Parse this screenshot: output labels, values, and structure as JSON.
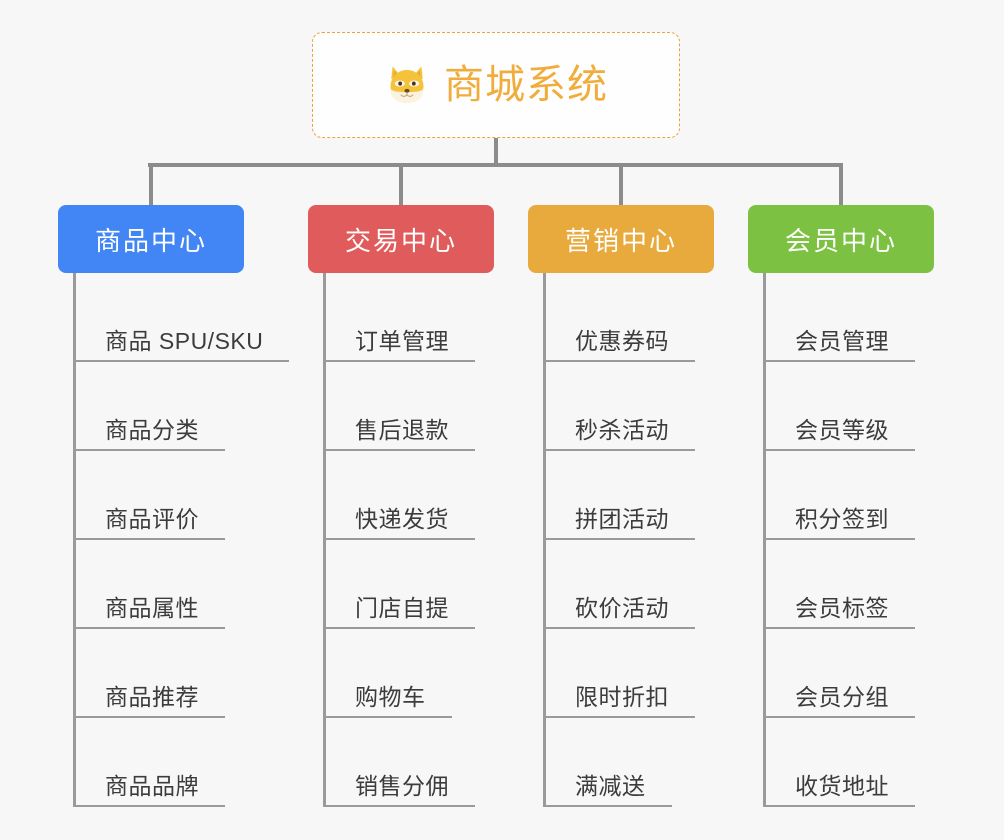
{
  "diagram": {
    "type": "organization-tree",
    "background_color": "#f7f7f7",
    "root": {
      "title": "商城系统",
      "icon": "shiba-dog-face-icon",
      "text_color": "#f0ad3c",
      "border_color": "#e8a33d",
      "border_style": "dashed",
      "background_color": "#fefefe"
    },
    "connector_color": "#8c8c8c",
    "leaf_line_color": "#9a9a9a",
    "leaf_text_color": "#3c3c3c",
    "categories": [
      {
        "label": "商品中心",
        "color": "#4285f4",
        "items": [
          "商品 SPU/SKU",
          "商品分类",
          "商品评价",
          "商品属性",
          "商品推荐",
          "商品品牌"
        ]
      },
      {
        "label": "交易中心",
        "color": "#e05c5c",
        "items": [
          "订单管理",
          "售后退款",
          "快递发货",
          "门店自提",
          "购物车",
          "销售分佣"
        ]
      },
      {
        "label": "营销中心",
        "color": "#e8aa3c",
        "items": [
          "优惠券码",
          "秒杀活动",
          "拼团活动",
          "砍价活动",
          "限时折扣",
          "满减送"
        ]
      },
      {
        "label": "会员中心",
        "color": "#7cc142",
        "items": [
          "会员管理",
          "会员等级",
          "积分签到",
          "会员标签",
          "会员分组",
          "收货地址"
        ]
      }
    ]
  }
}
